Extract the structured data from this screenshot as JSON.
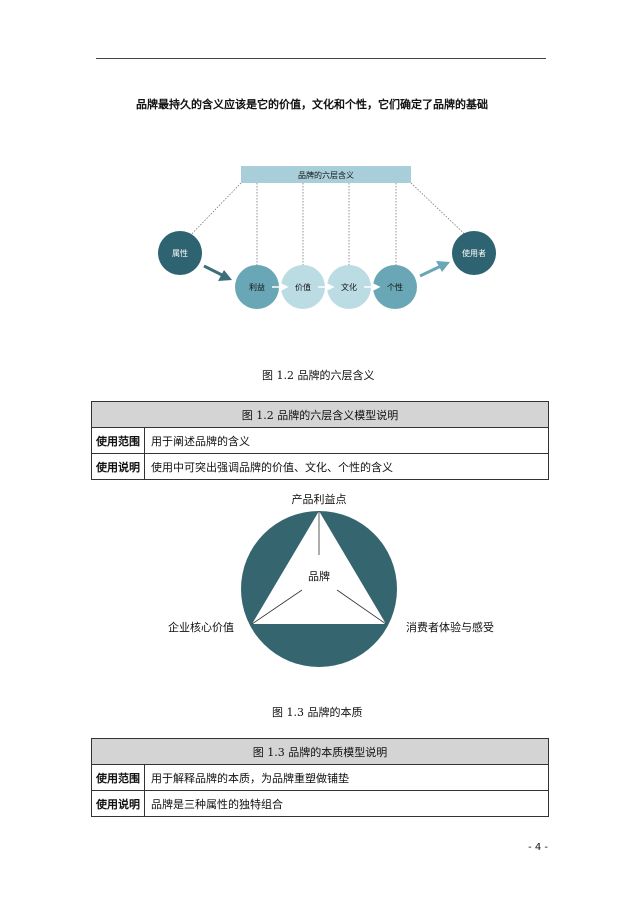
{
  "intro": "品牌最持久的含义应该是它的价值，文化和个性，它们确定了品牌的基础",
  "fig1": {
    "top_label": "品牌的六层含义",
    "left": "属性",
    "right": "使用者",
    "middle": [
      "利益",
      "价值",
      "文化",
      "个性"
    ],
    "caption": "图 1.2  品牌的六层含义"
  },
  "table1": {
    "header": "图 1.2  品牌的六层含义模型说明",
    "rows": [
      {
        "key": "使用范围",
        "value": "用于阐述品牌的含义"
      },
      {
        "key": "使用说明",
        "value": "使用中可突出强调品牌的价值、文化、个性的含义"
      }
    ]
  },
  "fig2": {
    "top": "产品利益点",
    "center": "品牌",
    "left": "企业核心价值",
    "right": "消费者体验与感受",
    "caption": "图 1.3  品牌的本质"
  },
  "table2": {
    "header": "图 1.3  品牌的本质模型说明",
    "rows": [
      {
        "key": "使用范围",
        "value": "用于解释品牌的本质，为品牌重塑做铺垫"
      },
      {
        "key": "使用说明",
        "value": "品牌是三种属性的独特组合"
      }
    ]
  },
  "page_number": "- 4 -",
  "colors": {
    "dark_teal": "#2e6471",
    "mid_teal": "#6aa7b6",
    "light_teal": "#bcdce4",
    "bar": "#a8cfd9"
  }
}
